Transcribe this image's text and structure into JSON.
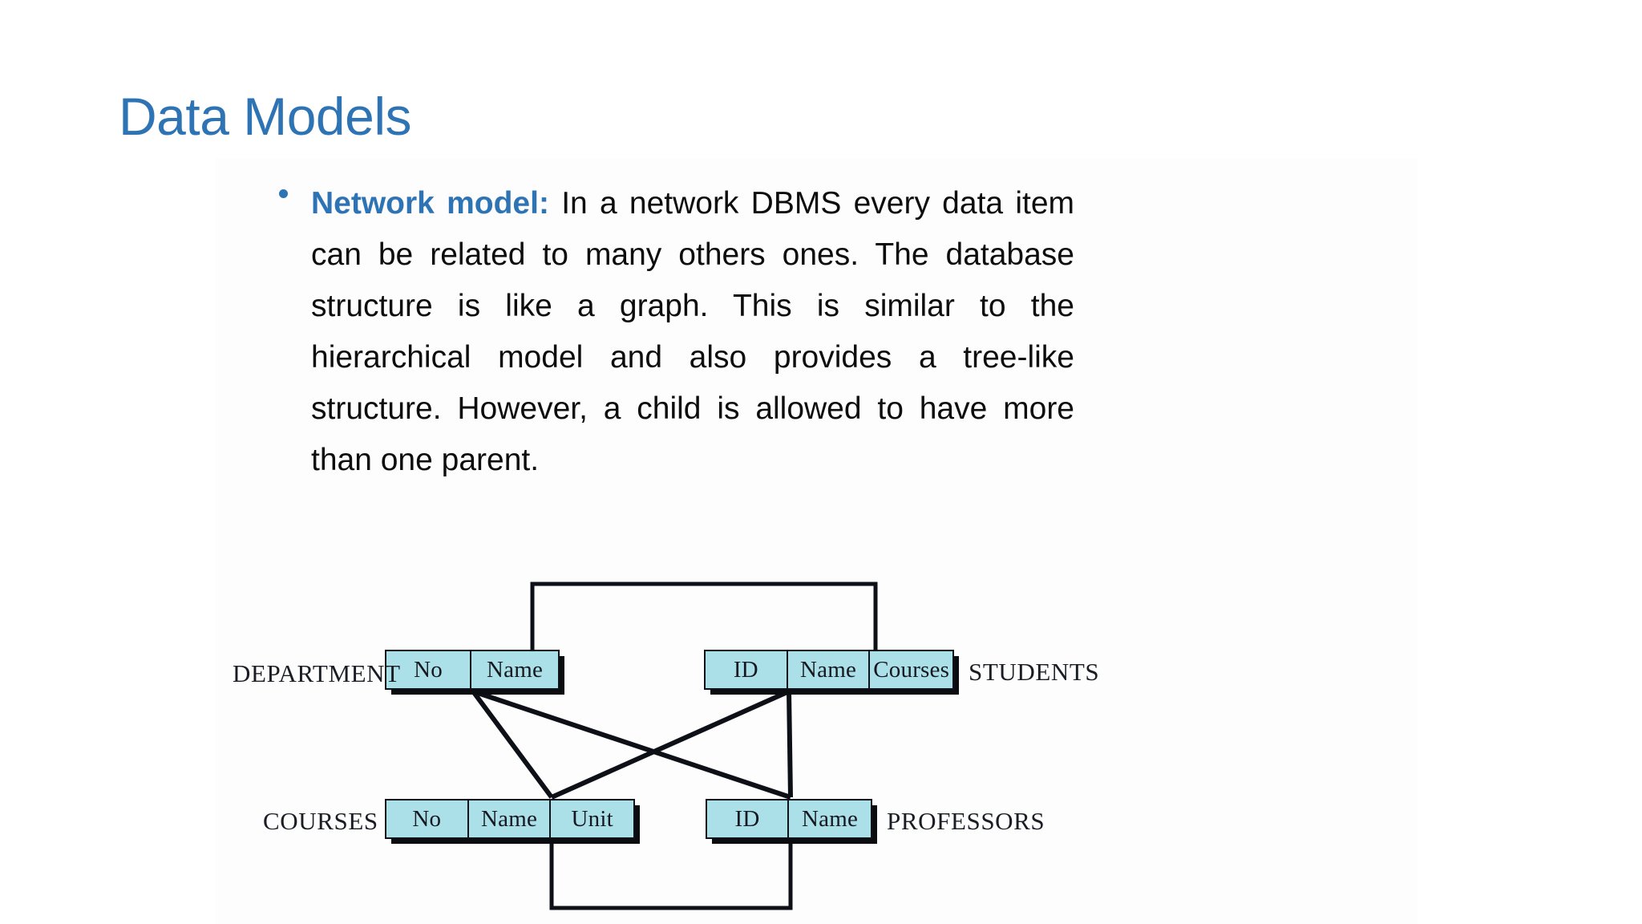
{
  "slide": {
    "title": "Data Models",
    "title_color": "#2E74B5",
    "background_color": "#ffffff"
  },
  "body": {
    "bullet_glyph": "•",
    "lead_label": "Network model:",
    "text": " In a network DBMS every data item can be related to many others ones. The database structure is like a graph. This is similar to the hierarchical model and also provides a tree-like structure. However, a child is allowed to have more than one parent."
  },
  "diagram": {
    "type": "network-data-model",
    "box_fill": "#ace0e9",
    "box_border": "#10131a",
    "entities": [
      {
        "name": "DEPARTMENT",
        "label": "DEPARTMENT",
        "fields": [
          "No",
          "Name"
        ]
      },
      {
        "name": "STUDENTS",
        "label": "STUDENTS",
        "fields": [
          "ID",
          "Name",
          "Courses"
        ]
      },
      {
        "name": "COURSES",
        "label": "COURSES",
        "fields": [
          "No",
          "Name",
          "Unit"
        ]
      },
      {
        "name": "PROFESSORS",
        "label": "PROFESSORS",
        "fields": [
          "ID",
          "Name"
        ]
      }
    ],
    "links": [
      {
        "from": "DEPARTMENT",
        "to": "STUDENTS",
        "style": "bracket-top"
      },
      {
        "from": "DEPARTMENT",
        "to": "COURSES",
        "style": "diagonal"
      },
      {
        "from": "DEPARTMENT",
        "to": "PROFESSORS",
        "style": "diagonal-cross"
      },
      {
        "from": "STUDENTS",
        "to": "COURSES",
        "style": "diagonal-cross"
      },
      {
        "from": "STUDENTS",
        "to": "PROFESSORS",
        "style": "diagonal"
      },
      {
        "from": "COURSES",
        "to": "PROFESSORS",
        "style": "bracket-bottom"
      }
    ]
  }
}
